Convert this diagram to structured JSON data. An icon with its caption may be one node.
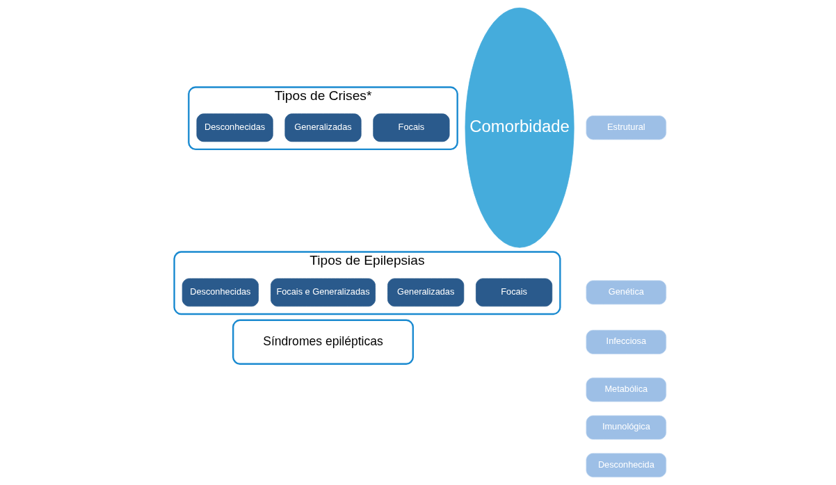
{
  "diagram": {
    "nodes": [
      {
        "text": [
          "Tipos de Crises*"
        ]
      },
      {
        "text": [
          "Focais"
        ],
        "in": 0
      },
      {
        "text": [
          "Generalizadas"
        ],
        "in": 0
      },
      {
        "text": [
          "Desconhecidas"
        ],
        "in": 0
      },
      {
        "text": [
          "Comorbidade"
        ]
      },
      {
        "text": [
          "Tipos de Epilepsias"
        ]
      },
      {
        "text": [
          "Focais"
        ],
        "in": 5
      },
      {
        "text": [
          "Generalizadas"
        ],
        "in": 5
      },
      {
        "text": [
          "Focais e Generalizadas"
        ],
        "in": 5
      },
      {
        "text": [
          "Desconhecidas"
        ],
        "in": 5
      },
      {
        "text": [
          "Síndromes epilépticas"
        ]
      },
      {
        "text": [
          "Estrutural"
        ]
      },
      {
        "text": [
          "Genética"
        ]
      },
      {
        "text": [
          "Infecciosa"
        ]
      },
      {
        "text": [
          "Metabólica"
        ]
      },
      {
        "text": [
          "Imunológica"
        ]
      },
      {
        "text": [
          "Desconhecida"
        ]
      }
    ],
    "edges": []
  }
}
